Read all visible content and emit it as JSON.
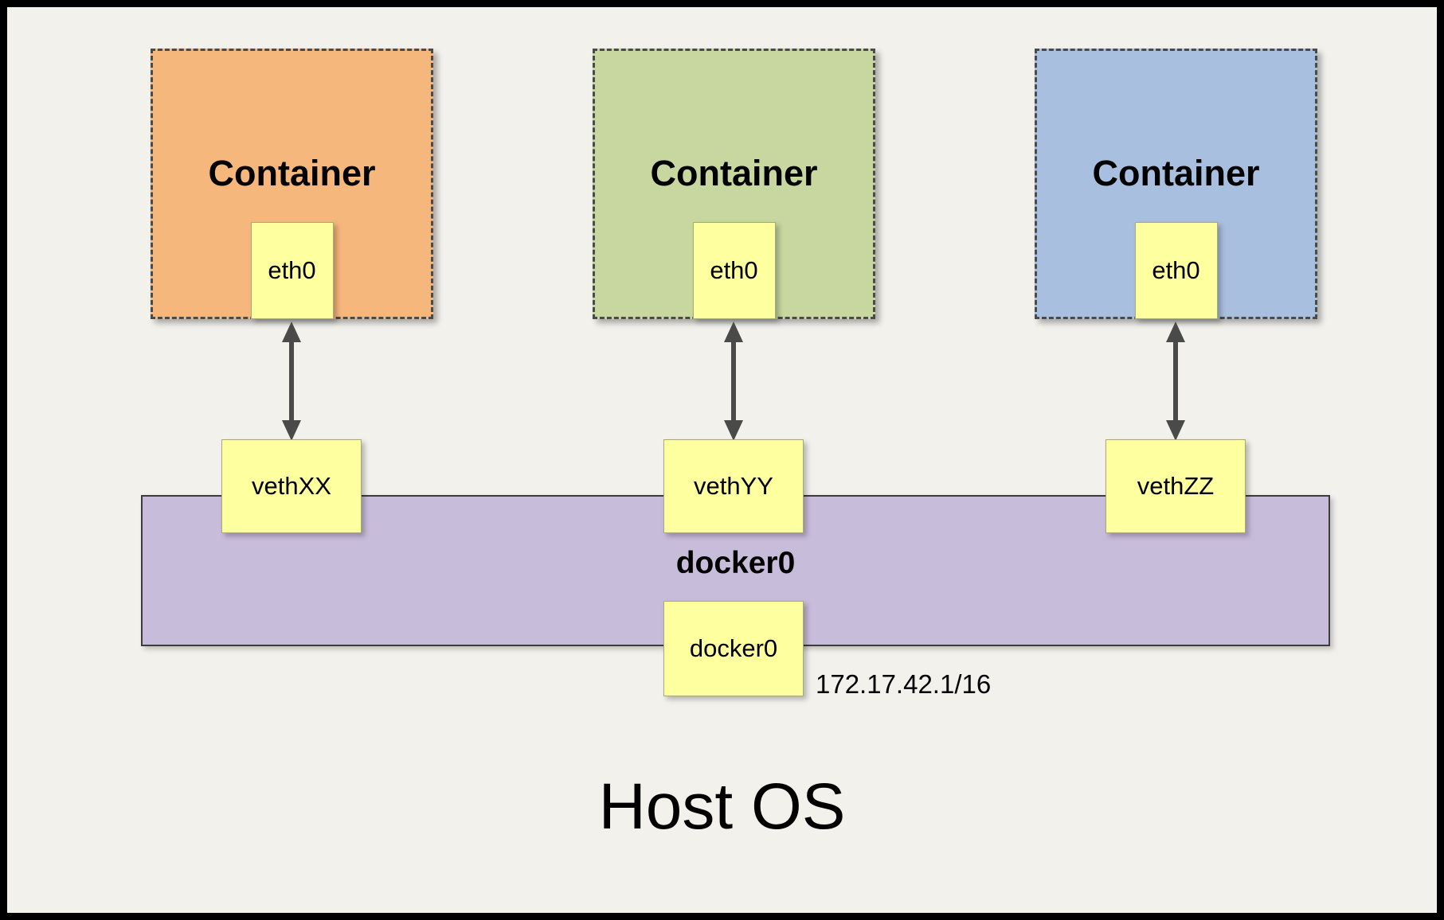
{
  "diagram": {
    "host_label": "Host OS",
    "ip_label": "172.17.42.1/16",
    "bridge": {
      "label": "docker0",
      "interface_label": "docker0",
      "color": "#c8bcdb"
    },
    "containers": [
      {
        "label": "Container",
        "interface": "eth0",
        "veth": "vethXX",
        "color": "#f6b77c"
      },
      {
        "label": "Container",
        "interface": "eth0",
        "veth": "vethYY",
        "color": "#c8d6a0"
      },
      {
        "label": "Container",
        "interface": "eth0",
        "veth": "vethZZ",
        "color": "#a9bfdf"
      }
    ],
    "colors": {
      "background": "#f2f1ec",
      "interface_box": "#feff9e",
      "arrow": "#4a4a4a",
      "frame": "#000000"
    }
  }
}
